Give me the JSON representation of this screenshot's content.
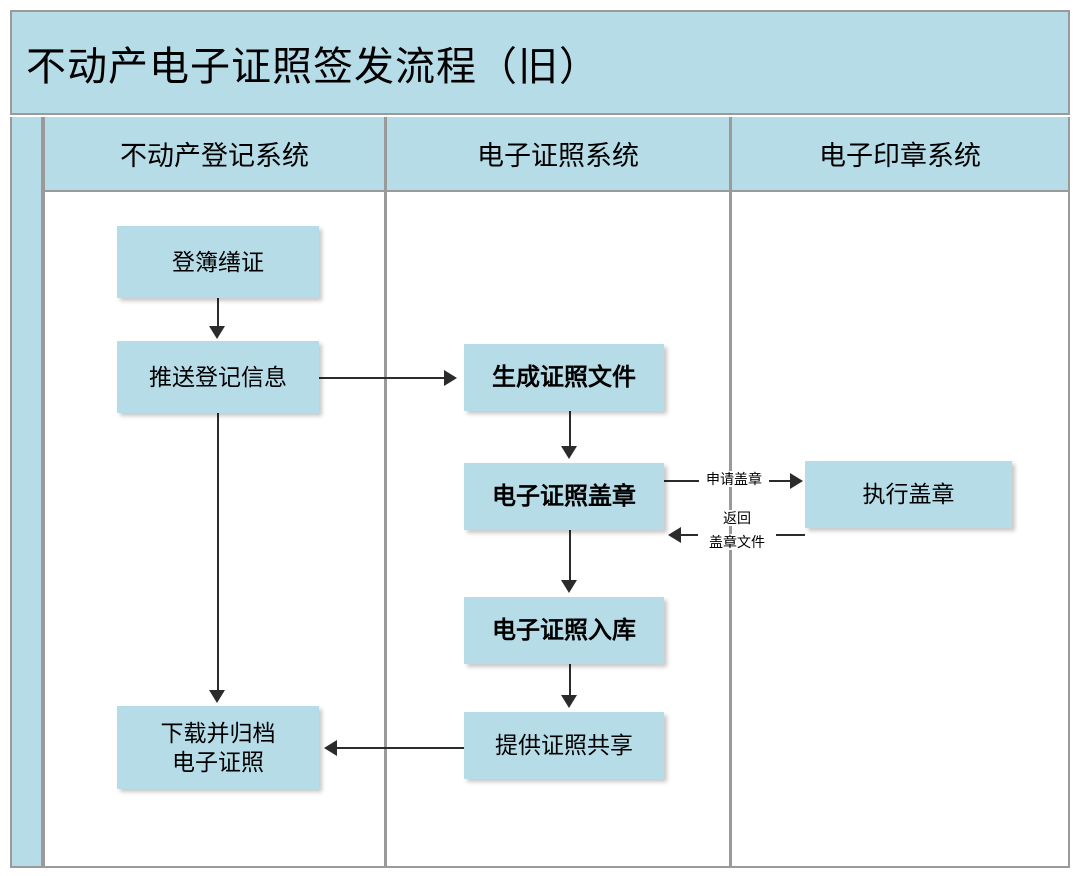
{
  "diagram": {
    "title": "不动产电子证照签发流程（旧）",
    "colors": {
      "band_fill": "#b6dce8",
      "node_fill": "#b6dce8",
      "frame_border": "#9a9a9a",
      "connector": "#2b2b2b",
      "lane_body": "#ffffff"
    },
    "lanes": [
      {
        "id": "lane-registration",
        "label": "不动产登记系统"
      },
      {
        "id": "lane-ecert",
        "label": "电子证照系统"
      },
      {
        "id": "lane-eseal",
        "label": "电子印章系统"
      }
    ],
    "nodes": [
      {
        "id": "dengbu",
        "label": "登簿缮证",
        "lane": 0,
        "emphasis": "regular"
      },
      {
        "id": "tuisong",
        "label": "推送登记信息",
        "lane": 0,
        "emphasis": "regular"
      },
      {
        "id": "xiazai",
        "label": "下载并归档\n电子证照",
        "line1": "下载并归档",
        "line2": "电子证照",
        "lane": 0,
        "emphasis": "regular"
      },
      {
        "id": "shengcheng",
        "label": "生成证照文件",
        "lane": 1,
        "emphasis": "bold"
      },
      {
        "id": "gaizhang",
        "label": "电子证照盖章",
        "lane": 1,
        "emphasis": "bold"
      },
      {
        "id": "ruku",
        "label": "电子证照入库",
        "lane": 1,
        "emphasis": "bold"
      },
      {
        "id": "gongxiang",
        "label": "提供证照共享",
        "lane": 1,
        "emphasis": "regular"
      },
      {
        "id": "zhixing",
        "label": "执行盖章",
        "lane": 2,
        "emphasis": "regular"
      }
    ],
    "edges": [
      {
        "id": "e-dengbu-tuisong",
        "from": "dengbu",
        "to": "tuisong",
        "label": "",
        "direction": "down"
      },
      {
        "id": "e-tuisong-shengcheng",
        "from": "tuisong",
        "to": "shengcheng",
        "label": "",
        "direction": "right"
      },
      {
        "id": "e-tuisong-xiazai",
        "from": "tuisong",
        "to": "xiazai",
        "label": "",
        "direction": "down"
      },
      {
        "id": "e-shengcheng-gaizhang",
        "from": "shengcheng",
        "to": "gaizhang",
        "label": "",
        "direction": "down"
      },
      {
        "id": "e-gaizhang-zhixing",
        "from": "gaizhang",
        "to": "zhixing",
        "label": "申请盖章",
        "direction": "right"
      },
      {
        "id": "e-zhixing-gaizhang",
        "from": "zhixing",
        "to": "gaizhang",
        "label_line1": "返回",
        "label_line2": "盖章文件",
        "direction": "left"
      },
      {
        "id": "e-gaizhang-ruku",
        "from": "gaizhang",
        "to": "ruku",
        "label": "",
        "direction": "down"
      },
      {
        "id": "e-ruku-gongxiang",
        "from": "ruku",
        "to": "gongxiang",
        "label": "",
        "direction": "down"
      },
      {
        "id": "e-gongxiang-xiazai",
        "from": "gongxiang",
        "to": "xiazai",
        "label": "",
        "direction": "left"
      }
    ]
  }
}
